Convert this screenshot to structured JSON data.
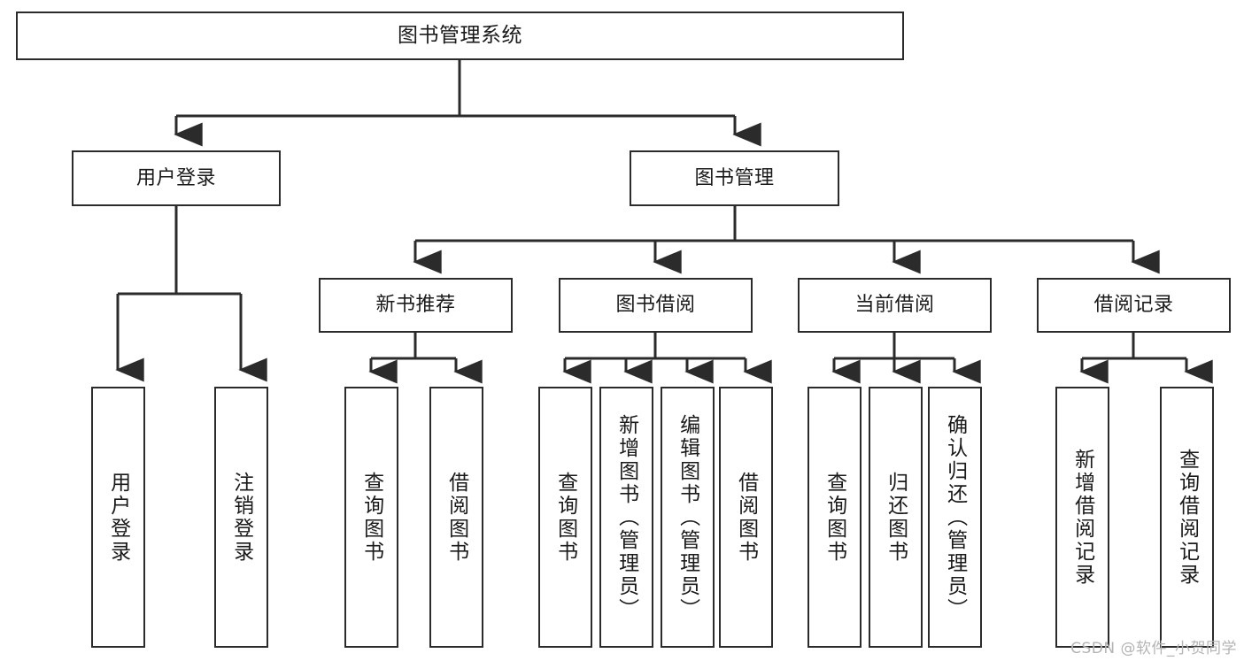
{
  "diagram": {
    "type": "tree",
    "title": "图书管理系统",
    "orientation": "top-down",
    "colors": {
      "box_border": "#2b2b2b",
      "box_fill": "#ffffff",
      "connector": "#2b2b2b",
      "background": "#ffffff",
      "watermark": "#b4b4b4"
    },
    "watermark": "CSDN @软件_小贺同学"
  },
  "nodes": {
    "root": {
      "label": "图书管理系统",
      "level": 1
    },
    "level2": [
      {
        "id": "user-login",
        "label": "用户登录"
      },
      {
        "id": "book-manage",
        "label": "图书管理"
      }
    ],
    "level3": [
      {
        "id": "new-book-recommend",
        "label": "新书推荐",
        "parent": "book-manage"
      },
      {
        "id": "book-borrow",
        "label": "图书借阅",
        "parent": "book-manage"
      },
      {
        "id": "current-borrow",
        "label": "当前借阅",
        "parent": "book-manage"
      },
      {
        "id": "borrow-record",
        "label": "借阅记录",
        "parent": "book-manage"
      }
    ],
    "leaves": [
      {
        "id": "leaf-user-login",
        "label": "用户登录",
        "parent": "user-login"
      },
      {
        "id": "leaf-user-logout",
        "label": "注销登录",
        "parent": "user-login"
      },
      {
        "id": "leaf-query-book-1",
        "label": "查询图书",
        "parent": "new-book-recommend"
      },
      {
        "id": "leaf-borrow-book-1",
        "label": "借阅图书",
        "parent": "new-book-recommend"
      },
      {
        "id": "leaf-query-book-2",
        "label": "查询图书",
        "parent": "book-borrow"
      },
      {
        "id": "leaf-add-book",
        "label": "新增图书（管理员）",
        "parent": "book-borrow"
      },
      {
        "id": "leaf-edit-book",
        "label": "编辑图书（管理员）",
        "parent": "book-borrow"
      },
      {
        "id": "leaf-borrow-book-2",
        "label": "借阅图书",
        "parent": "book-borrow"
      },
      {
        "id": "leaf-query-book-3",
        "label": "查询图书",
        "parent": "current-borrow"
      },
      {
        "id": "leaf-return-book",
        "label": "归还图书",
        "parent": "current-borrow"
      },
      {
        "id": "leaf-confirm-return",
        "label": "确认归还（管理员）",
        "parent": "current-borrow"
      },
      {
        "id": "leaf-add-record",
        "label": "新增借阅记录",
        "parent": "borrow-record"
      },
      {
        "id": "leaf-query-record",
        "label": "查询借阅记录",
        "parent": "borrow-record"
      }
    ]
  }
}
